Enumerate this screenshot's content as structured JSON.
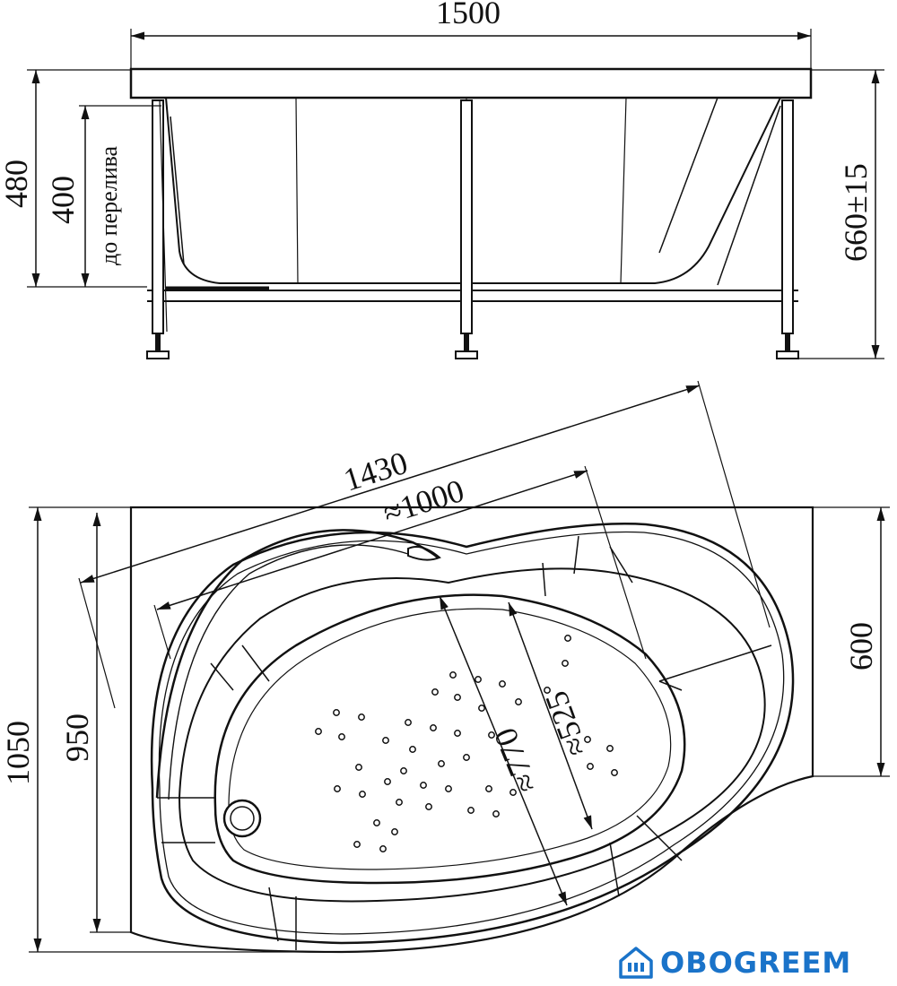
{
  "dimensions": {
    "side_width": "1500",
    "side_height_total": "480",
    "side_height_overflow": "400",
    "overflow_label": "до перелива",
    "side_height_right": "660±15",
    "top_diagonal": "1430",
    "top_inner_length": "≈1000",
    "top_depth_total": "1050",
    "top_depth_inner": "950",
    "top_right_depth": "600",
    "bowl_length": "≈770",
    "bowl_width": "≈525"
  },
  "logo": {
    "text": "OBOGREEM",
    "color": "#1a73c9"
  }
}
